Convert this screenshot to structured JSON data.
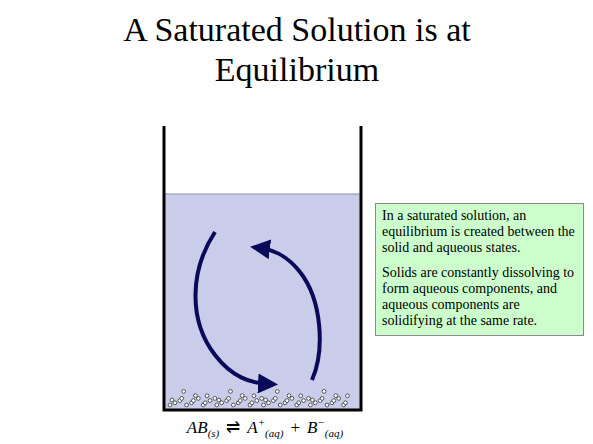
{
  "diagram": {
    "title": "A Saturated Solution is at Equilibrium",
    "nodes": [
      {
        "text": [
          "In a saturated solution, an equilibrium is created between the solid and aqueous states.",
          "Solids are constantly dissolving to form aqueous components, and aqueous components are solidifying at the same rate."
        ]
      }
    ],
    "labels": [
      "AB",
      "(s)",
      "⇌",
      "A",
      "+",
      "(aq)",
      "+",
      "B",
      "−",
      "(aq)"
    ]
  }
}
